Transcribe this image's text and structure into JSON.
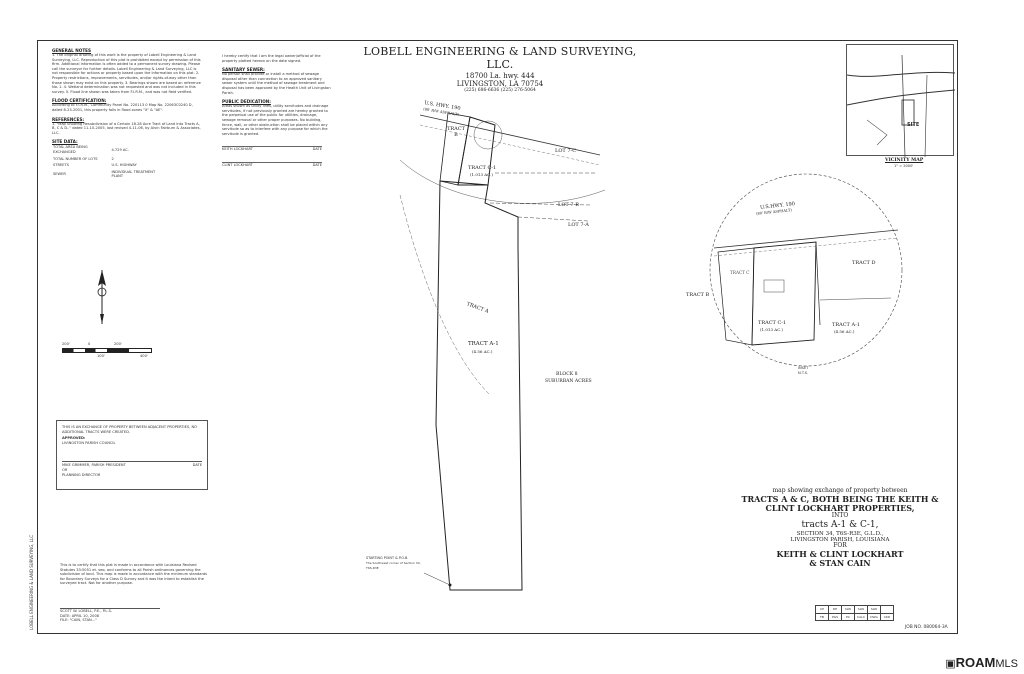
{
  "firm": {
    "name": "LOBELL ENGINEERING & LAND SURVEYING, LLC.",
    "address": "18700 La. hwy. 444",
    "city": "LIVINGSTON, LA 70754",
    "phone": "(225) 686-6636          (225) 276-5064"
  },
  "notes": {
    "general_title": "GENERAL NOTES",
    "general_text": "1. The original drawing of this work is the property of Lobell Engineering & Land Surveying, LLC. Reproduction of this plat is prohibited except by permission of this firm. Additional information is often added to a permanent survey drawing. Please call the surveyor for further details. Lobell Engineering & Land Surveying, LLC is not responsible for actions or property based upon the information on this plat. 2. Property restrictions, improvements, servitudes, and/or rights-of-way other than those shown may exist on this property. 3. Bearings shown are based on reference No. 1. 4. Wetland determination was not requested and was not included in this survey. 5. Flood line shown was taken from F.I.R.M., and was not field verified.",
    "flood_title": "FLOOD CERTIFICATION:",
    "flood_text": "According to F.I.R.M., Community Panel No. 220113 0 Map No. 22063C0240 D, dated 8-23-2001, this property falls in flood zones \"X\" & \"AE\".",
    "references_title": "REFERENCES:",
    "references_text": "1. \"Map Showing Resubdivision of a Certain 18.28 Acre Tract of Land Into Tracts A, B, C & D..\" dated 11-10-2005, last revised 4-11-06, by Alvin Fairburn & Associates, LLC.",
    "site_title": "SITE DATA:",
    "site_rows": [
      [
        "TOTAL AREA BEING EXCHANGED",
        "4.729 AC."
      ],
      [
        "TOTAL NUMBER OF LOTS",
        "2"
      ],
      [
        "STREETS",
        "U.S. HIGHWAY"
      ],
      [
        "SEWER",
        "INDIVIDUAL TREATMENT PLANT"
      ]
    ],
    "certify_text": "I hereby certify that I am the legal owner/official of the property platted hereon on the date signed.",
    "sanitary_title": "SANITARY SEWER:",
    "sanitary_text": "No person shall provide or install a method of sewage disposal other than connection to an approved sanitary sewer system until the method of sewage treatment and disposal has been approved by the Health Unit of Livingston Parish.",
    "public_title": "PUBLIC DEDICATION:",
    "public_text": "Areas shown as utility lines, utility servitudes and drainage servitudes, if not previously granted are hereby granted to the perpetual use of the public for utilities, drainage, sewage removal or other proper purposes. No building, fence, wall, or other obstruction shall be placed within any servitude so as to interfere with any purpose for which the servitude is granted.",
    "owner1": "KEITH LOCKHART",
    "owner2": "CLINT LOCKHART",
    "date_label": "DATE"
  },
  "approval": {
    "line1": "THIS IS AN EXCHANGE OF PROPERTY BETWEEN ADJACENT PROPERTIES, NO ADDITIONAL TRACTS WERE CREATED.",
    "approved": "APPROVED:",
    "council": "LIVINGSTON PARISH COUNCIL",
    "president": "MIKE GRIMMER, PARISH PRESIDENT",
    "date": "DATE",
    "or": "OR",
    "director": "PLANNING DIRECTOR"
  },
  "certification_text": "This is to certify that this plat is made in accordance with Louisiana Revised Statutes 33:5051 et. seq. and conforms to all Parish ordinances governing the subdivision of land. This map is made in accordance with the minimum standards for Boundary Surveys for a Class D Survey and it was the intent to establish the surveyed tract. Not for another purpose.",
  "surveyor": {
    "name": "SCOTT W. LOBELL, P.E., P.L.S.",
    "date": "DATE:  APRIL 10, 2008",
    "file": "FILE:  \"CAIN, STAN...\""
  },
  "scale": {
    "left": "200'",
    "zero": "0",
    "right": "200'",
    "mid": "100'",
    "end": "400'"
  },
  "plat": {
    "highway": "U.S. HWY. 190",
    "row": "(80' R/W ASPHALT)",
    "tract_b": "TRACT B",
    "tract_c1": "TRACT C-1",
    "tract_c1_area": "(1.013 AC.)",
    "lot_7c": "LOT 7-C",
    "lot_7b": "LOT 7-B",
    "lot_7a": "LOT 7-A",
    "tract_a": "TRACT A",
    "tract_a1": "TRACT A-1",
    "tract_a1_area": "(4.56 AC.)",
    "block": "BLOCK 8",
    "subdivision": "SUBURBAN ACRES",
    "pob": "STARTING POINT & P.O.B.",
    "pob_sub": "The Southwest corner of Section 34, T6S-R3E"
  },
  "inset": {
    "highway": "U.S.HWY. 190",
    "row": "(80' R/W ASPHALT)",
    "tract_b": "TRACT B",
    "tract_c": "TRACT C",
    "tract_c1": "TRACT C-1",
    "tract_c1_area": "(1.013 AC.)",
    "tract_d": "TRACT D",
    "tract_a1": "TRACT A-1",
    "tract_a1_area": "(4.56 AC.)",
    "inset_label": "INSET",
    "nts": "N.T.S."
  },
  "vicinity": {
    "title": "VICINITY MAP",
    "scale": "1\" = 2000'",
    "site": "SITE"
  },
  "title_block": {
    "line1": "map showing exchange of property between",
    "line2": "TRACTS A & C, BOTH BEING THE KEITH &",
    "line3": "CLINT LOCKHART PROPERTIES,",
    "line4": "INTO",
    "line5": "tracts A-1 & C-1,",
    "line6": "SECTION 34, T6S-R3E, G.L.D.,",
    "line7": "LIVINGSTON PARISH, LOUISIANA",
    "line8": "FOR",
    "line9": "KEITH & CLINT LOCKHART",
    "line10": "& STAN CAIN"
  },
  "revision_table": {
    "top": [
      "CP",
      "DE",
      "SLW",
      "SLW",
      "SLW"
    ],
    "bottom": [
      "FB",
      "PGS",
      "PC",
      "CALC",
      "DWG",
      "CKD"
    ]
  },
  "job_no": "JOB NO. 080064-3A",
  "side_text": "LOBELL ENGINEERING & LAND SURVEYING, LLC",
  "watermark": {
    "brand": "ROAM",
    "suffix": "MLS"
  }
}
